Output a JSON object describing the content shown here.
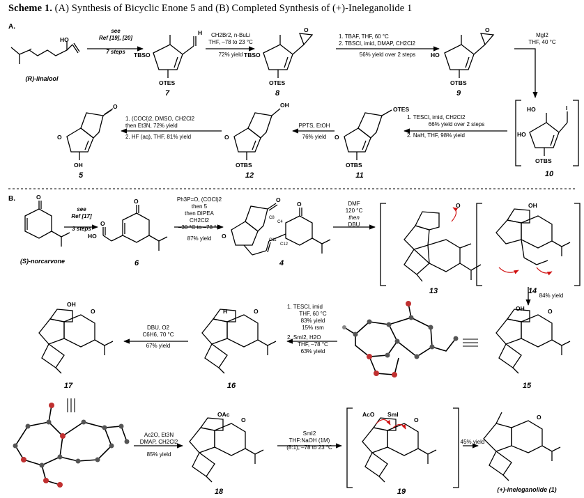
{
  "caption": {
    "bold": "Scheme 1.",
    "text": " (A) Synthesis of Bicyclic Enone 5 and (B) Completed Synthesis of (+)-Ineleganolide 1"
  },
  "section_a": "A.",
  "section_b": "B.",
  "compounds": {
    "linalool": "(R)-linalool",
    "c7": "7",
    "c8": "8",
    "c9": "9",
    "c10": "10",
    "c11": "11",
    "c12": "12",
    "c5": "5",
    "norcarvone": "(S)-norcarvone",
    "c6": "6",
    "c4": "4",
    "c13": "13",
    "c14": "14",
    "c15": "15",
    "c16": "16",
    "c17": "17",
    "c18": "18",
    "c19": "19",
    "ineleganolide": "(+)-ineleganolide (1)"
  },
  "atoms": {
    "TBSO": "TBSO",
    "OTES": "OTES",
    "OTBS": "OTBS",
    "HO": "HO",
    "OH": "OH",
    "O": "O",
    "H": "H",
    "I": "I",
    "OAc": "OAc",
    "AcO": "AcO",
    "SmI2": "SmI",
    "C8": "C8",
    "C11": "C11",
    "C4": "C4",
    "C12": "C12"
  },
  "conditions": {
    "a1": [
      "see",
      "Ref [19], [20]",
      "7 steps"
    ],
    "a2": [
      "CH2Br2, n-BuLi",
      "THF, –78 to 23 °C",
      "72% yield"
    ],
    "a3": [
      "1. TBAF, THF, 60 °C",
      "2. TBSCl, imid, DMAP, CH2Cl2",
      "56% yield over 2 steps"
    ],
    "a4": [
      "MgI2",
      "THF, 40 °C"
    ],
    "a5": [
      "1. TESCl, imid, CH2Cl2",
      "66% yield over 2 steps",
      "2. NaH, THF, 98% yield"
    ],
    "a6": [
      "PPTS, EtOH",
      "76% yield"
    ],
    "a7": [
      "1. (COCl)2, DMSO, CH2Cl2",
      "then Et3N, 72% yield",
      "2. HF (aq), THF, 81% yield"
    ],
    "b1": [
      "see",
      "Ref [17]",
      "3 steps"
    ],
    "b2": [
      "Ph3P=O, (COCl)2",
      "then 5",
      "then DIPEA",
      "CH2Cl2",
      "–30 °C to –78 °C",
      "87% yield"
    ],
    "b3": [
      "DMF",
      "120 °C",
      "then",
      "DBU"
    ],
    "b4": [
      "84% yield"
    ],
    "b5": [
      "1. TESCl, imid",
      "THF, 60 °C",
      "83% yield",
      "15% rsm",
      "2. SmI2, H2O",
      "THF, –78 °C",
      "63% yield"
    ],
    "b6": [
      "DBU, O2",
      "C6H6, 70 °C",
      "67% yield"
    ],
    "b7": [
      "Ac2O, Et3N",
      "DMAP, CH2Cl2",
      "85% yield"
    ],
    "b8": [
      "SmI2",
      "THF:NaOH (1M)",
      "(8:1), –78 to 23 °C"
    ],
    "b9": [
      "45% yield"
    ]
  }
}
